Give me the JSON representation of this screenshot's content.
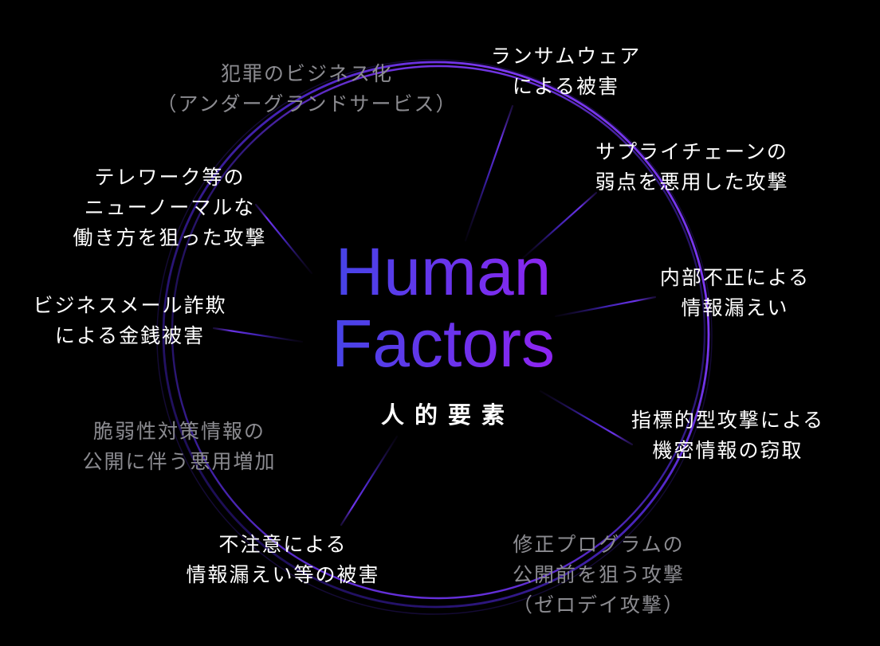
{
  "center": {
    "title_line1": "Human",
    "title_line2": "Factors",
    "subtitle": "人的要素"
  },
  "labels": {
    "ransomware": {
      "line1": "ランサムウェア",
      "line2": "による被害",
      "state": "active"
    },
    "crime_business": {
      "line1": "犯罪のビジネス化",
      "line2": "（アンダーグランドサービス）",
      "state": "dimmed"
    },
    "supply_chain": {
      "line1": "サプライチェーンの",
      "line2": "弱点を悪用した攻撃",
      "state": "active"
    },
    "telework": {
      "line1": "テレワーク等の",
      "line2": "ニューノーマルな",
      "line3": "働き方を狙った攻撃",
      "state": "active"
    },
    "insider": {
      "line1": "内部不正による",
      "line2": "情報漏えい",
      "state": "active"
    },
    "bec": {
      "line1": "ビジネスメール詐欺",
      "line2": "による金銭被害",
      "state": "active"
    },
    "vulnerability": {
      "line1": "脆弱性対策情報の",
      "line2": "公開に伴う悪用増加",
      "state": "dimmed"
    },
    "targeted_attack": {
      "line1": "指標的型攻撃による",
      "line2": "機密情報の窃取",
      "state": "active"
    },
    "careless": {
      "line1": "不注意による",
      "line2": "情報漏えい等の被害",
      "state": "active"
    },
    "zero_day": {
      "line1": "修正プログラムの",
      "line2": "公開前を狙う攻撃",
      "line3": "（ゼロデイ攻撃）",
      "state": "dimmed"
    }
  },
  "colors": {
    "background": "#000000",
    "text_active": "#ffffff",
    "text_dimmed": "#8b8b90",
    "title_gradient_start": "#4743e7",
    "title_gradient_end": "#8c25f1",
    "ring_bright_violet": "#7c38f2",
    "ring_deep_indigo": "#1d0f52"
  }
}
